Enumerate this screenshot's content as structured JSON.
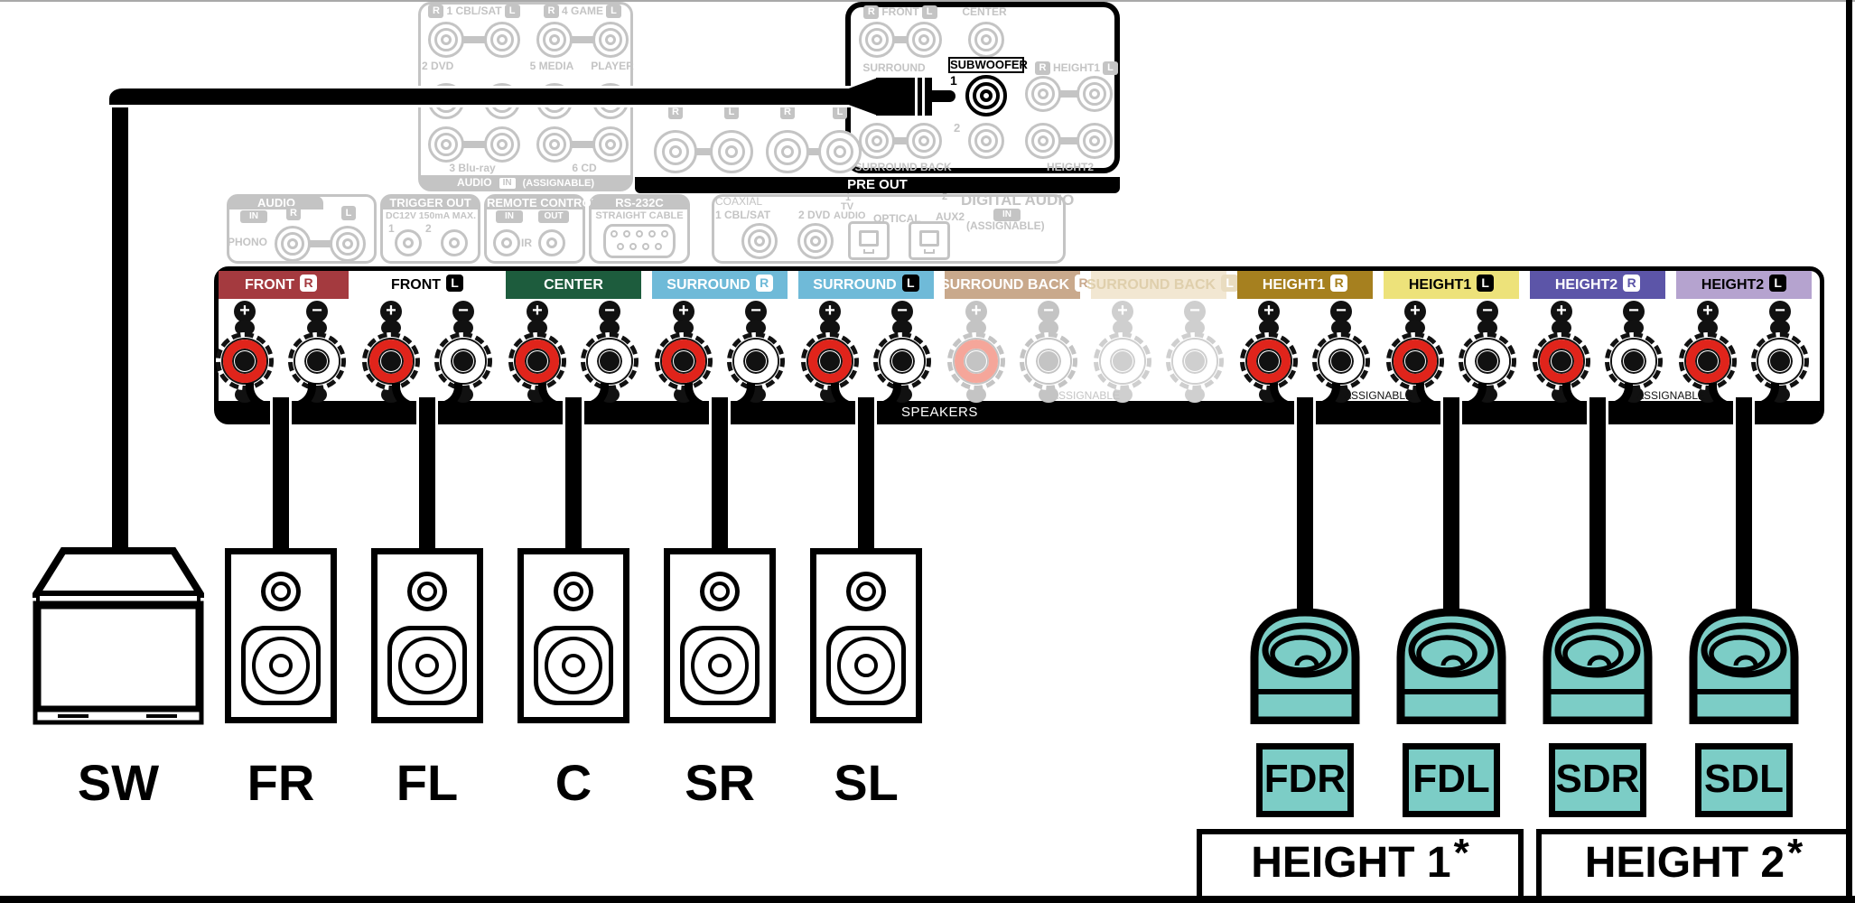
{
  "colors": {
    "teal": "#7CCDC6",
    "post_red": "#E0241B",
    "post_red_faded": "#F5A69A",
    "faded": "#C4C4C4",
    "ghost": "#CFCFCF",
    "front_r": "#A43A3F",
    "center": "#1D5C3D",
    "surround": "#6FBAD8",
    "sback_r": "#C9A98C",
    "sback_l": "#F2E7D2",
    "sback_l_fg": "#DFCFAC",
    "h1r": "#A6801F",
    "h1l": "#EDE27A",
    "h2r": "#5C55A8",
    "h2l": "#B5A3CF"
  },
  "inputs_panel": {
    "row1_groups": [
      {
        "l": "R",
        "label": "1 CBL/SAT",
        "r": "L"
      },
      {
        "l": "R",
        "label": "4 GAME",
        "r": "L"
      }
    ],
    "row2_labels": [
      "2 DVD",
      "5 MEDIA",
      "PLAYER"
    ],
    "row3_labels": [
      "3 Blu-ray",
      "6 CD"
    ],
    "footer_title": "AUDIO",
    "footer_badge": "IN",
    "footer_note": "(ASSIGNABLE)"
  },
  "pre_out": {
    "bar_label": "PRE OUT",
    "front_group": {
      "l": "R",
      "label": "FRONT",
      "r": "L"
    },
    "center_label": "CENTER",
    "surround_label": "SURROUND",
    "subwoofer_label": "SUBWOOFER",
    "jack1": "1",
    "jack2": "2",
    "height1_group": {
      "l": "R",
      "label": "HEIGHT1",
      "r": "L"
    },
    "surround_back_label": "SURROUND BACK",
    "height2_label": "HEIGHT2",
    "left_jack_letters": [
      "R",
      "L",
      "R",
      "L"
    ]
  },
  "io_row": {
    "phono": {
      "title": "AUDIO",
      "badge": "IN",
      "r": "R",
      "l": "L",
      "channel": "PHONO"
    },
    "trigger": {
      "title": "TRIGGER OUT",
      "spec": "DC12V 150mA MAX.",
      "jack1": "1",
      "jack2": "2"
    },
    "remote": {
      "title": "REMOTE CONTROL",
      "in_badge": "IN",
      "out_badge": "OUT",
      "ir": "IR"
    },
    "rs232c": {
      "title": "RS-232C",
      "sub": "STRAIGHT CABLE"
    },
    "digital": {
      "coaxial_title": "COAXIAL",
      "jack1_label": "1 CBL/SAT",
      "jack2_label": "2 DVD",
      "opt1_num": "1",
      "opt1_line1": "TV",
      "opt1_line2": "AUDIO",
      "optical_label": "OPTICAL",
      "aux_label": "AUX2",
      "aux_num": "2",
      "title": "DIGITAL AUDIO",
      "badge": "IN",
      "note": "(ASSIGNABLE)"
    }
  },
  "terminal_strip": {
    "bar_label": "SPEAKERS",
    "assignable_label": "ASSIGNABLE",
    "pairs": [
      {
        "id": "front-r",
        "label": "FRONT",
        "badge": "R",
        "bar": "front_r",
        "fg": "#FFFFFF",
        "badge_style": "light",
        "state": "active",
        "connected": true
      },
      {
        "id": "front-l",
        "label": "FRONT",
        "badge": "L",
        "bar": "none",
        "fg": "#000000",
        "badge_style": "dark",
        "state": "active",
        "connected": true
      },
      {
        "id": "center",
        "label": "CENTER",
        "badge": null,
        "bar": "center",
        "fg": "#FFFFFF",
        "badge_style": "light",
        "state": "active",
        "connected": true
      },
      {
        "id": "surround-r",
        "label": "SURROUND",
        "badge": "R",
        "bar": "surround",
        "fg": "#FFFFFF",
        "badge_style": "light",
        "state": "active",
        "connected": true
      },
      {
        "id": "surround-l",
        "label": "SURROUND",
        "badge": "L",
        "bar": "surround",
        "fg": "#FFFFFF",
        "badge_style": "dark",
        "state": "active",
        "connected": true
      },
      {
        "id": "surround-back-r",
        "label": "SURROUND BACK",
        "badge": "R",
        "bar": "sback_r",
        "fg": "#FFFFFF",
        "badge_style": "light",
        "state": "faded",
        "connected": false
      },
      {
        "id": "surround-back-l",
        "label": "SURROUND BACK",
        "badge": "L",
        "bar": "sback_l",
        "fg": "#DFCFAC",
        "badge_style": "cream",
        "state": "ghost",
        "connected": false
      },
      {
        "id": "height1-r",
        "label": "HEIGHT1",
        "badge": "R",
        "bar": "h1r",
        "fg": "#FFFFFF",
        "badge_style": "light",
        "state": "active",
        "connected": true
      },
      {
        "id": "height1-l",
        "label": "HEIGHT1",
        "badge": "L",
        "bar": "h1l",
        "fg": "#000000",
        "badge_style": "dark",
        "state": "active",
        "connected": true
      },
      {
        "id": "height2-r",
        "label": "HEIGHT2",
        "badge": "R",
        "bar": "h2r",
        "fg": "#FFFFFF",
        "badge_style": "light",
        "state": "active",
        "connected": true
      },
      {
        "id": "height2-l",
        "label": "HEIGHT2",
        "badge": "L",
        "bar": "h2l",
        "fg": "#000000",
        "badge_style": "dark",
        "state": "active",
        "connected": true
      }
    ],
    "assignable_marks": [
      {
        "between": [
          5,
          6
        ],
        "tone": "faded"
      },
      {
        "between": [
          7,
          8
        ],
        "tone": "dark"
      },
      {
        "between": [
          9,
          10
        ],
        "tone": "dark"
      }
    ]
  },
  "speakers": {
    "subwoofer": {
      "label": "SW"
    },
    "bookshelf": [
      {
        "label": "FR",
        "pair": 0
      },
      {
        "label": "FL",
        "pair": 1
      },
      {
        "label": "C",
        "pair": 2
      },
      {
        "label": "SR",
        "pair": 3
      },
      {
        "label": "SL",
        "pair": 4
      }
    ],
    "ceiling": [
      {
        "label": "FDR",
        "pair": 7
      },
      {
        "label": "FDL",
        "pair": 8
      },
      {
        "label": "SDR",
        "pair": 9
      },
      {
        "label": "SDL",
        "pair": 10
      }
    ]
  },
  "height_groups": [
    {
      "label": "HEIGHT 1",
      "star": "*"
    },
    {
      "label": "HEIGHT 2",
      "star": "*"
    }
  ]
}
